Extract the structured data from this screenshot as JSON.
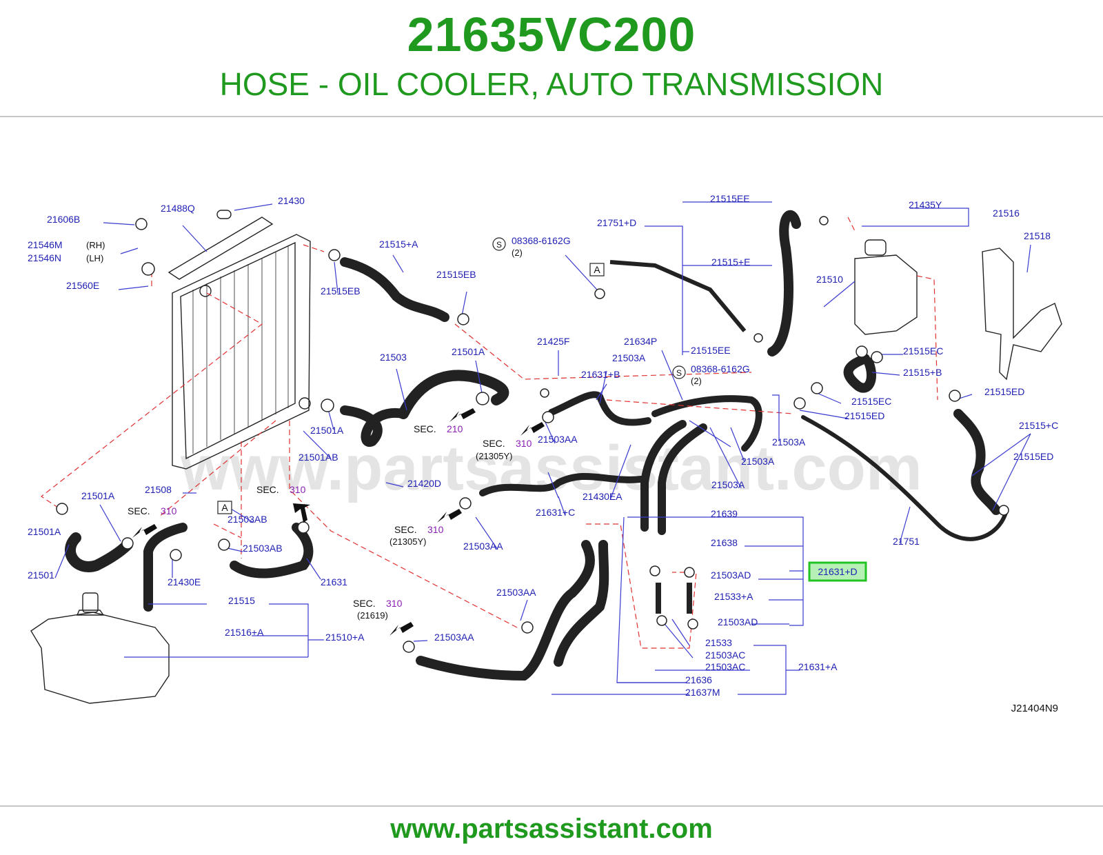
{
  "header": {
    "part_number": "21635VC200",
    "part_name": "HOSE - OIL COOLER, AUTO TRANSMISSION"
  },
  "footer": {
    "url": "www.partsassistant.com"
  },
  "diagram": {
    "watermark": "www.partsassistant.com",
    "figure_code": "J21404N9",
    "highlighted_label": "21631+D",
    "colors": {
      "brand_green": "#1f9a1f",
      "label_blue": "#1f1fb4",
      "sec_purple": "#8a1fb4",
      "leader": "#3a3ad0",
      "dashed_red": "#e03030",
      "highlight": "#22c322"
    },
    "labels": [
      {
        "id": "l1",
        "text": "21606B"
      },
      {
        "id": "l2",
        "text": "21488Q"
      },
      {
        "id": "l3",
        "text": "21430"
      },
      {
        "id": "l4",
        "text": "21546M"
      },
      {
        "id": "l5",
        "text": "21546N"
      },
      {
        "id": "l6",
        "text": "21560E"
      },
      {
        "id": "l7",
        "text": "21515+A"
      },
      {
        "id": "l8",
        "text": "21515EB"
      },
      {
        "id": "l9",
        "text": "21515EB"
      },
      {
        "id": "l10",
        "text": "08368-6162G"
      },
      {
        "id": "l11",
        "text": "21751+D"
      },
      {
        "id": "l12",
        "text": "21515EE"
      },
      {
        "id": "l13",
        "text": "21515+E"
      },
      {
        "id": "l14",
        "text": "21515EE"
      },
      {
        "id": "l15",
        "text": "21435Y"
      },
      {
        "id": "l16",
        "text": "21516"
      },
      {
        "id": "l17",
        "text": "21518"
      },
      {
        "id": "l18",
        "text": "21510"
      },
      {
        "id": "l19",
        "text": "21515EC"
      },
      {
        "id": "l20",
        "text": "21515+B"
      },
      {
        "id": "l21",
        "text": "21515EC"
      },
      {
        "id": "l22",
        "text": "21515ED"
      },
      {
        "id": "l23",
        "text": "21515ED"
      },
      {
        "id": "l24",
        "text": "21515+C"
      },
      {
        "id": "l25",
        "text": "21515ED"
      },
      {
        "id": "l26",
        "text": "21751"
      },
      {
        "id": "l27",
        "text": "21503"
      },
      {
        "id": "l28",
        "text": "21501A"
      },
      {
        "id": "l29",
        "text": "21425F"
      },
      {
        "id": "l30",
        "text": "21634P"
      },
      {
        "id": "l31",
        "text": "21503A"
      },
      {
        "id": "l32",
        "text": "21631+B"
      },
      {
        "id": "l33",
        "text": "08368-6162G"
      },
      {
        "id": "l34",
        "text": "21501A"
      },
      {
        "id": "l35",
        "text": "21501AB"
      },
      {
        "id": "l36",
        "text": "21503AA"
      },
      {
        "id": "l37",
        "text": "21503A"
      },
      {
        "id": "l38",
        "text": "21503A"
      },
      {
        "id": "l39",
        "text": "21503A"
      },
      {
        "id": "l40",
        "text": "21420D"
      },
      {
        "id": "l41",
        "text": "21430EA"
      },
      {
        "id": "l42",
        "text": "21508"
      },
      {
        "id": "l43",
        "text": "21501A"
      },
      {
        "id": "l44",
        "text": "21631+C"
      },
      {
        "id": "l45",
        "text": "21503AA"
      },
      {
        "id": "l46",
        "text": "21503AB"
      },
      {
        "id": "l47",
        "text": "21503AB"
      },
      {
        "id": "l48",
        "text": "21501A"
      },
      {
        "id": "l49",
        "text": "21501"
      },
      {
        "id": "l50",
        "text": "21430E"
      },
      {
        "id": "l51",
        "text": "21631"
      },
      {
        "id": "l52",
        "text": "21639"
      },
      {
        "id": "l53",
        "text": "21638"
      },
      {
        "id": "l54",
        "text": "21503AD"
      },
      {
        "id": "l55",
        "text": "21533+A"
      },
      {
        "id": "l56",
        "text": "21503AD"
      },
      {
        "id": "l57",
        "text": "21515"
      },
      {
        "id": "l58",
        "text": "21516+A"
      },
      {
        "id": "l59",
        "text": "21510+A"
      },
      {
        "id": "l60",
        "text": "21503AA"
      },
      {
        "id": "l61",
        "text": "21503AA"
      },
      {
        "id": "l62",
        "text": "21533"
      },
      {
        "id": "l63",
        "text": "21503AC"
      },
      {
        "id": "l64",
        "text": "21503AC"
      },
      {
        "id": "l65",
        "text": "21631+A"
      },
      {
        "id": "l66",
        "text": "21636"
      },
      {
        "id": "l67",
        "text": "21637M"
      }
    ],
    "side_notes": [
      {
        "id": "n1",
        "text": "(RH)"
      },
      {
        "id": "n2",
        "text": "(LH)"
      },
      {
        "id": "n3",
        "text": "(2)"
      },
      {
        "id": "n4",
        "text": "(2)"
      },
      {
        "id": "n5",
        "text": "(21305Y)"
      },
      {
        "id": "n6",
        "text": "(21305Y)"
      },
      {
        "id": "n7",
        "text": "(21619)"
      }
    ],
    "sec_refs": [
      {
        "id": "s1",
        "prefix": "SEC.",
        "num": "210"
      },
      {
        "id": "s2",
        "prefix": "SEC.",
        "num": "310"
      },
      {
        "id": "s3",
        "prefix": "SEC.",
        "num": "310"
      },
      {
        "id": "s4",
        "prefix": "SEC.",
        "num": "310"
      },
      {
        "id": "s5",
        "prefix": "SEC.",
        "num": "310"
      },
      {
        "id": "s6",
        "prefix": "SEC.",
        "num": "310"
      }
    ],
    "markers": {
      "a1": "A",
      "a2": "A",
      "s1": "S",
      "s2": "S"
    }
  }
}
